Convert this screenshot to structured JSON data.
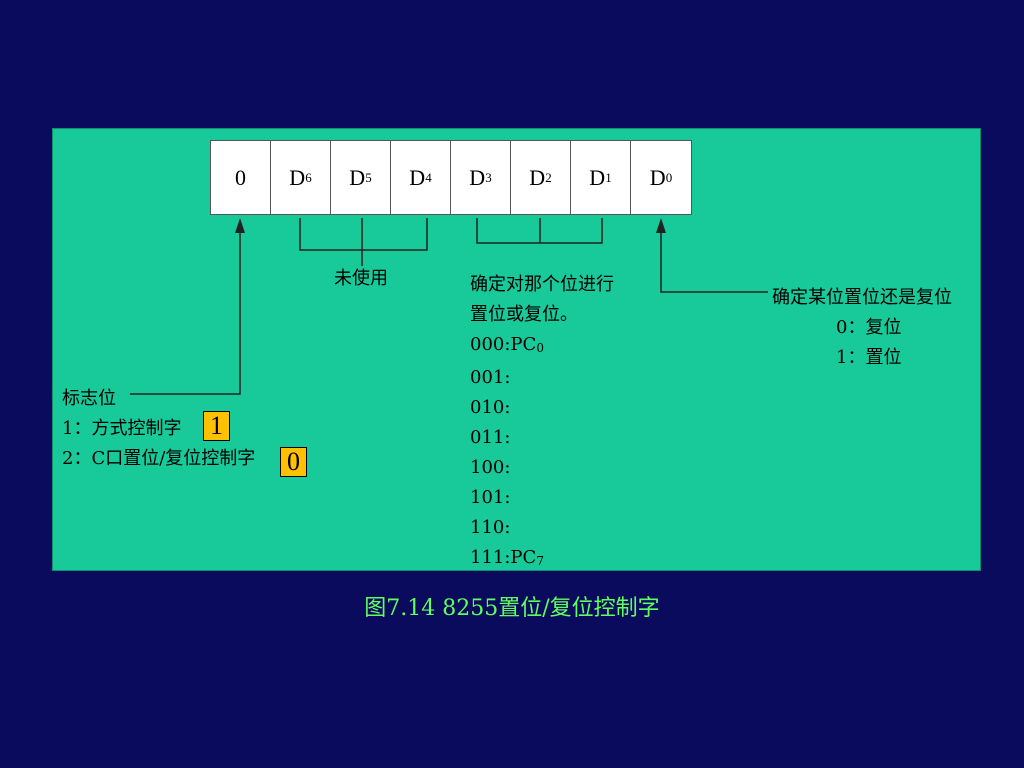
{
  "bits": [
    {
      "main": "0",
      "sub": ""
    },
    {
      "main": "D",
      "sub": "6"
    },
    {
      "main": "D",
      "sub": "5"
    },
    {
      "main": "D",
      "sub": "4"
    },
    {
      "main": "D",
      "sub": "3"
    },
    {
      "main": "D",
      "sub": "2"
    },
    {
      "main": "D",
      "sub": "1"
    },
    {
      "main": "D",
      "sub": "0"
    }
  ],
  "unused_label": "未使用",
  "select": {
    "line1": "确定对那个位进行",
    "line2": "置位或复位。",
    "codes": [
      {
        "code": "000:",
        "pc": "PC",
        "sub": "0"
      },
      {
        "code": "001:",
        "pc": "",
        "sub": ""
      },
      {
        "code": "010:",
        "pc": "",
        "sub": ""
      },
      {
        "code": "011:",
        "pc": "",
        "sub": ""
      },
      {
        "code": "100:",
        "pc": "",
        "sub": ""
      },
      {
        "code": "101:",
        "pc": "",
        "sub": ""
      },
      {
        "code": "110:",
        "pc": "",
        "sub": ""
      },
      {
        "code": "111:",
        "pc": "PC",
        "sub": "7"
      }
    ]
  },
  "setreset": {
    "title": "确定某位置位还是复位",
    "line0": "0：复位",
    "line1": "1：置位"
  },
  "flag": {
    "title": "标志位",
    "line1": "1：方式控制字",
    "line2": "2：C口置位/复位控制字",
    "box1": "1",
    "box2": "0"
  },
  "caption": "图7.14   8255置位/复位控制字",
  "colors": {
    "background": "#0b0b5e",
    "panel": "#18c99a",
    "highlight": "#ffc000",
    "caption": "#5fff5f"
  }
}
